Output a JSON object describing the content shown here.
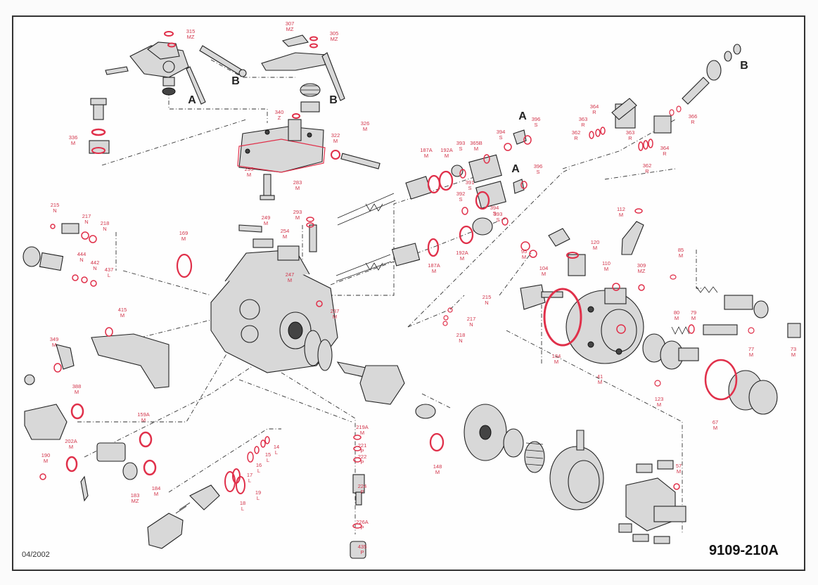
{
  "document": {
    "doc_number": "9109-210A",
    "date_code": "04/2002"
  },
  "colors": {
    "callout": "#d2344a",
    "ring": "#e0304a",
    "linework": "#222222",
    "frame": "#333333"
  },
  "connector_letters": [
    "A",
    "B",
    "B",
    "A",
    "A",
    "B"
  ],
  "callouts": [
    {
      "num": "315",
      "code": "MZ"
    },
    {
      "num": "307",
      "code": "MZ"
    },
    {
      "num": "305",
      "code": "MZ"
    },
    {
      "num": "336",
      "code": "M"
    },
    {
      "num": "340",
      "code": "Z"
    },
    {
      "num": "326",
      "code": "M"
    },
    {
      "num": "322",
      "code": "M"
    },
    {
      "num": "295",
      "code": "M"
    },
    {
      "num": "283",
      "code": "M"
    },
    {
      "num": "293",
      "code": "M"
    },
    {
      "num": "249",
      "code": "M"
    },
    {
      "num": "254",
      "code": "M"
    },
    {
      "num": "247",
      "code": "M"
    },
    {
      "num": "237",
      "code": "M"
    },
    {
      "num": "215",
      "code": "N"
    },
    {
      "num": "217",
      "code": "N"
    },
    {
      "num": "218",
      "code": "N"
    },
    {
      "num": "444",
      "code": "N"
    },
    {
      "num": "442",
      "code": "N"
    },
    {
      "num": "437",
      "code": "L"
    },
    {
      "num": "169",
      "code": "M"
    },
    {
      "num": "187A",
      "code": "M"
    },
    {
      "num": "192A",
      "code": "M"
    },
    {
      "num": "393",
      "code": "S"
    },
    {
      "num": "365B",
      "code": "M"
    },
    {
      "num": "394",
      "code": "S"
    },
    {
      "num": "396",
      "code": "S"
    },
    {
      "num": "391",
      "code": "S"
    },
    {
      "num": "392",
      "code": "S"
    },
    {
      "num": "393",
      "code": "S"
    },
    {
      "num": "394",
      "code": "S"
    },
    {
      "num": "396",
      "code": "S"
    },
    {
      "num": "192A",
      "code": "M"
    },
    {
      "num": "187A",
      "code": "M"
    },
    {
      "num": "364",
      "code": "R"
    },
    {
      "num": "363",
      "code": "R"
    },
    {
      "num": "362",
      "code": "R"
    },
    {
      "num": "366",
      "code": "R"
    },
    {
      "num": "363",
      "code": "R"
    },
    {
      "num": "364",
      "code": "R"
    },
    {
      "num": "362",
      "code": "R"
    },
    {
      "num": "112",
      "code": "M"
    },
    {
      "num": "120",
      "code": "M"
    },
    {
      "num": "95",
      "code": "M"
    },
    {
      "num": "104",
      "code": "M"
    },
    {
      "num": "110",
      "code": "M"
    },
    {
      "num": "309",
      "code": "MZ"
    },
    {
      "num": "85",
      "code": "M"
    },
    {
      "num": "215",
      "code": "N"
    },
    {
      "num": "217",
      "code": "N"
    },
    {
      "num": "218",
      "code": "N"
    },
    {
      "num": "80",
      "code": "M"
    },
    {
      "num": "79",
      "code": "M"
    },
    {
      "num": "77",
      "code": "M"
    },
    {
      "num": "73",
      "code": "M"
    },
    {
      "num": "134",
      "code": "M"
    },
    {
      "num": "41",
      "code": "M"
    },
    {
      "num": "123",
      "code": "M"
    },
    {
      "num": "67",
      "code": "M"
    },
    {
      "num": "415",
      "code": "M"
    },
    {
      "num": "349",
      "code": "M"
    },
    {
      "num": "388",
      "code": "M"
    },
    {
      "num": "159A",
      "code": "M"
    },
    {
      "num": "202A",
      "code": "M"
    },
    {
      "num": "190",
      "code": "M"
    },
    {
      "num": "184",
      "code": "M"
    },
    {
      "num": "183",
      "code": "MZ"
    },
    {
      "num": "14",
      "code": "L"
    },
    {
      "num": "15",
      "code": "L"
    },
    {
      "num": "16",
      "code": "L"
    },
    {
      "num": "17",
      "code": "L"
    },
    {
      "num": "19",
      "code": "L"
    },
    {
      "num": "18",
      "code": "L"
    },
    {
      "num": "219A",
      "code": "M"
    },
    {
      "num": "221",
      "code": "P"
    },
    {
      "num": "222",
      "code": "P"
    },
    {
      "num": "224",
      "code": "P"
    },
    {
      "num": "226A",
      "code": "P"
    },
    {
      "num": "435",
      "code": "P"
    },
    {
      "num": "148",
      "code": "M"
    },
    {
      "num": "57",
      "code": "M"
    }
  ]
}
